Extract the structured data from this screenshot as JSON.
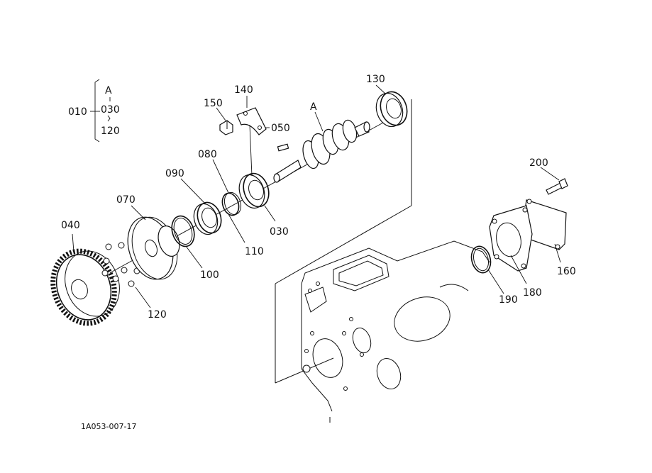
{
  "group_label": {
    "parent": "010",
    "top": "A",
    "middle": "030",
    "bottom": "120"
  },
  "callouts": {
    "p040": "040",
    "p070": "070",
    "p090": "090",
    "p080": "080",
    "p150": "150",
    "p140": "140",
    "p050": "050",
    "p130": "130",
    "pA": "A",
    "p030": "030",
    "p110": "110",
    "p100": "100",
    "p120": "120",
    "p200": "200",
    "p160": "160",
    "p180": "180",
    "p190": "190"
  },
  "drawing_number": "1A053-007-17"
}
